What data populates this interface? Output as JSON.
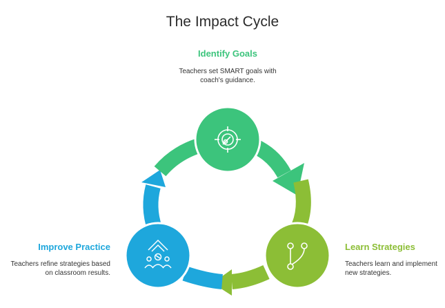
{
  "title": "The Impact Cycle",
  "colors": {
    "goals": "#3cc47c",
    "learn": "#8cbe36",
    "improve": "#1ea7dc"
  },
  "steps": [
    {
      "title": "Identify Goals",
      "description": "Teachers set SMART goals with coach's guidance.",
      "icon": "target-icon"
    },
    {
      "title": "Learn Strategies",
      "description": "Teachers learn and implement new strategies.",
      "icon": "branch-icon"
    },
    {
      "title": "Improve Practice",
      "description": "Teachers refine strategies based on classroom results.",
      "icon": "team-growth-icon"
    }
  ]
}
